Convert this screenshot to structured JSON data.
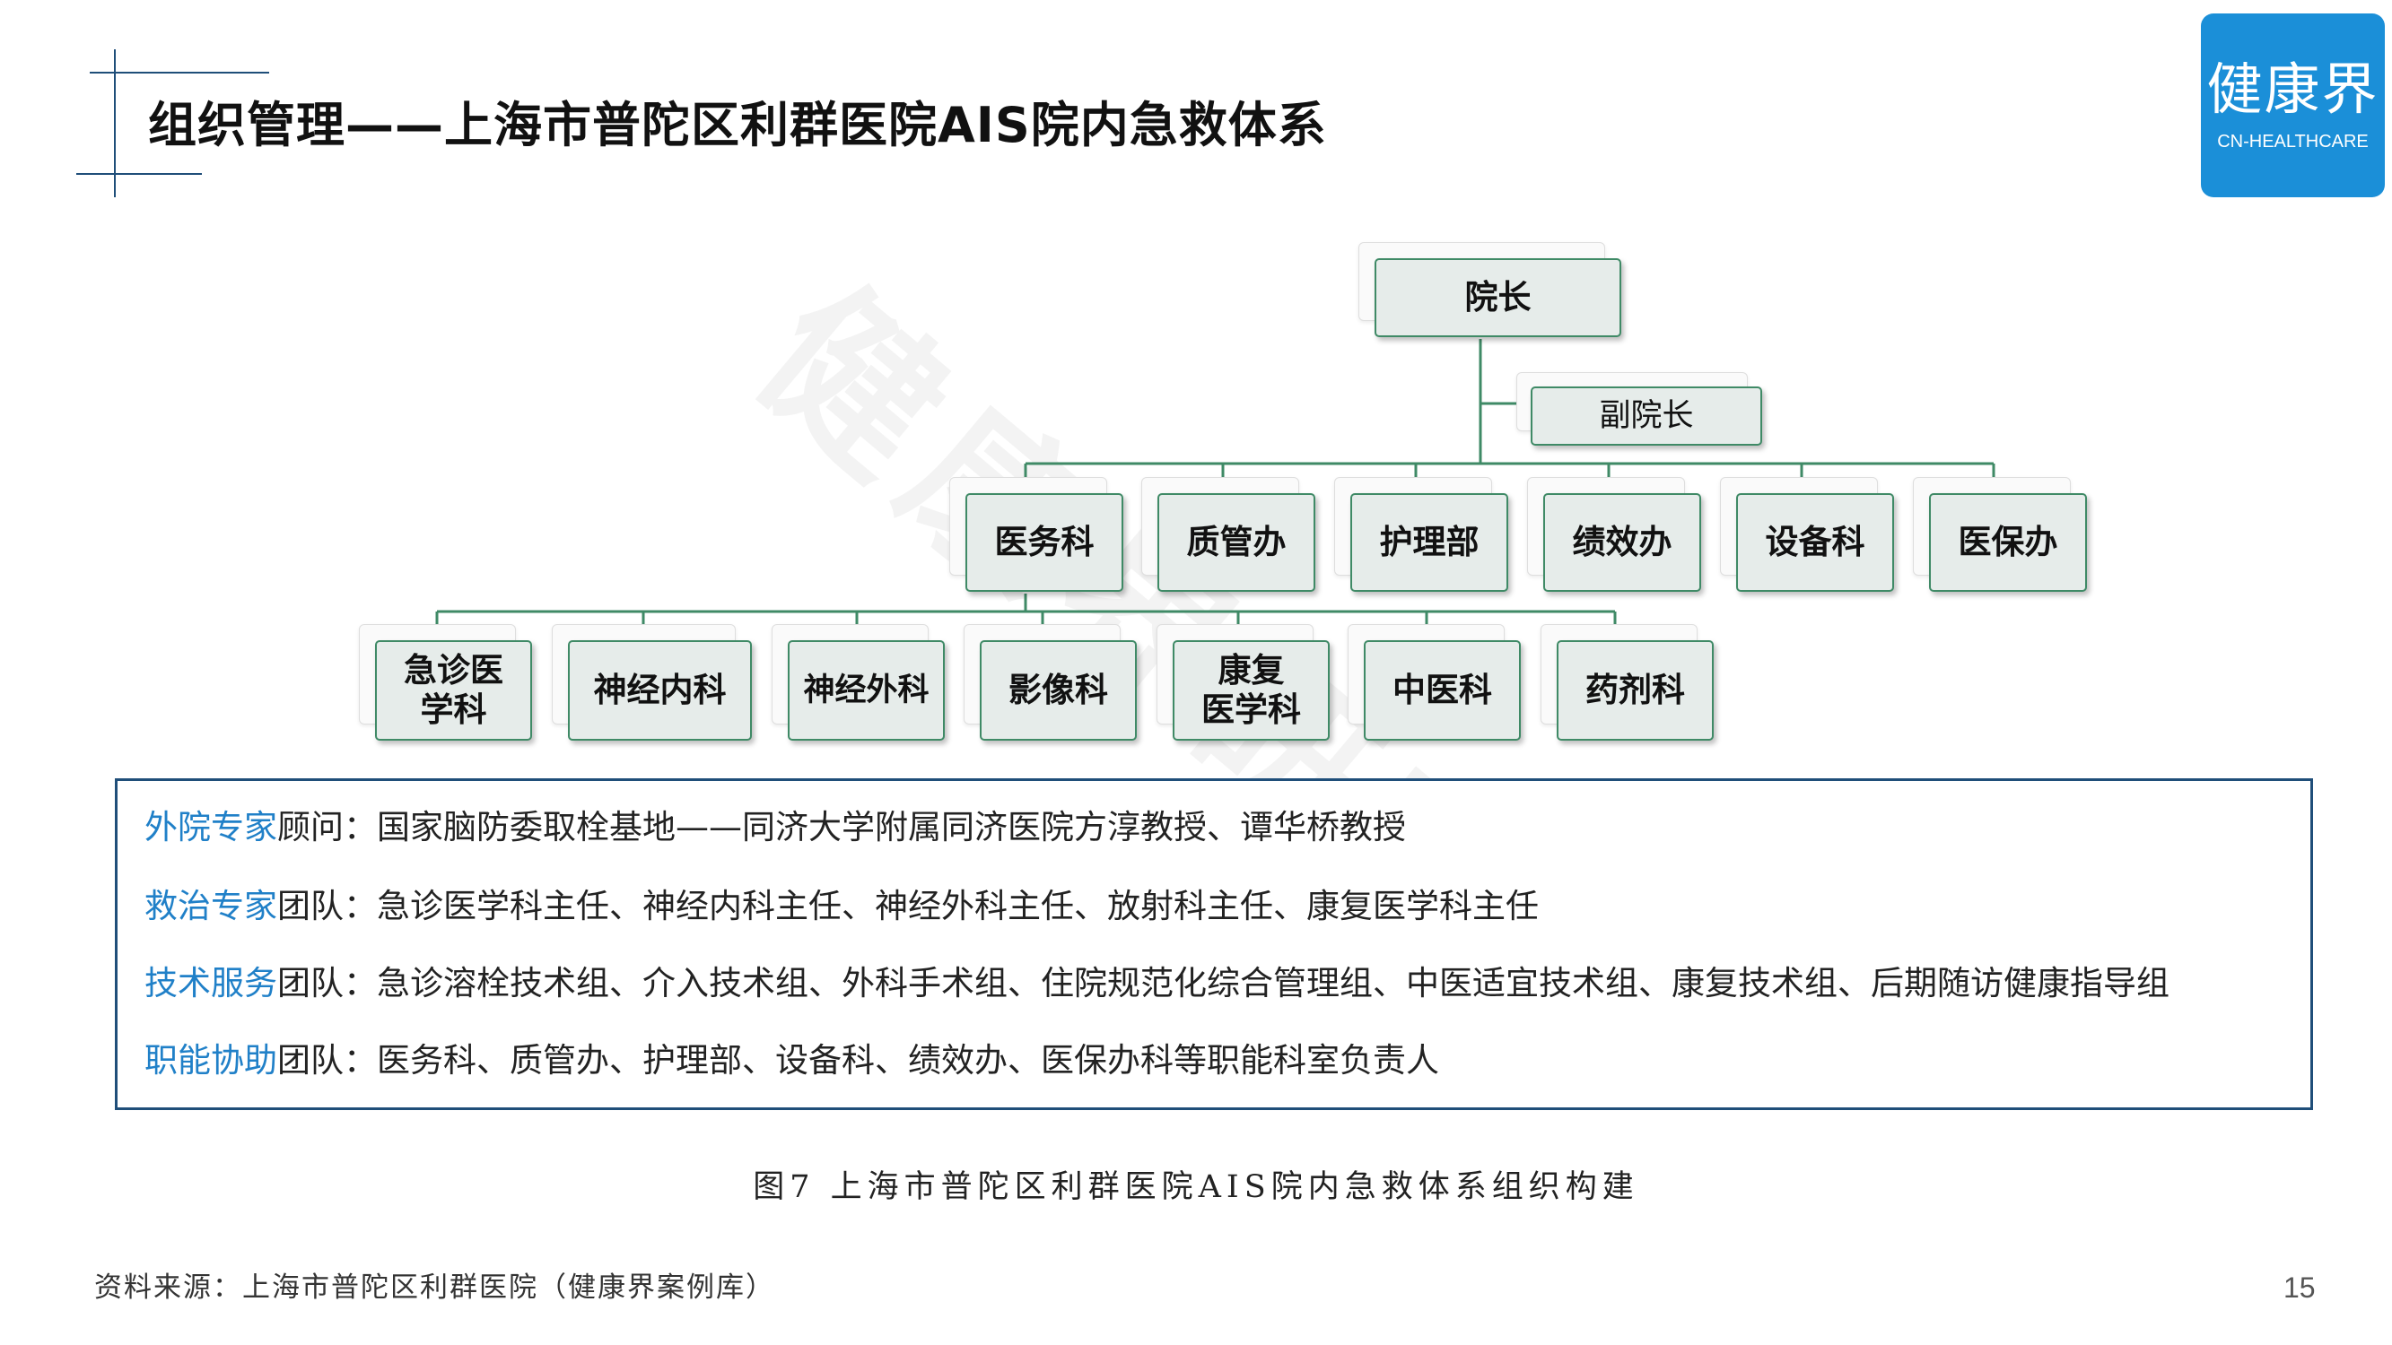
{
  "header": {
    "title": "组织管理——上海市普陀区利群医院AIS院内急救体系"
  },
  "logo": {
    "name_cn": "健康界",
    "name_en": "CN-HEALTHCARE",
    "color": "#1b8fd8"
  },
  "watermark": "健康界研究院",
  "org_chart": {
    "top": "院长",
    "deputy": "副院长",
    "departments": [
      "医务科",
      "质管办",
      "护理部",
      "绩效办",
      "设备科",
      "医保办"
    ],
    "clinical_units": [
      "急诊医\n学科",
      "神经内科",
      "神经外科",
      "影像科",
      "康复\n医学科",
      "中医科",
      "药剂科"
    ]
  },
  "info": {
    "rows": [
      {
        "highlight": "外院专家",
        "label": "顾问：",
        "text": "国家脑防委取栓基地——同济大学附属同济医院方淳教授、谭华桥教授"
      },
      {
        "highlight": "救治专家",
        "label": "团队：",
        "text": "急诊医学科主任、神经内科主任、神经外科主任、放射科主任、康复医学科主任"
      },
      {
        "highlight": "技术服务",
        "label": "团队：",
        "text": "急诊溶栓技术组、介入技术组、外科手术组、住院规范化综合管理组、中医适宜技术组、康复技术组、后期随访健康指导组"
      },
      {
        "highlight": "职能协助",
        "label": "团队：",
        "text": "医务科、质管办、护理部、设备科、绩效办、医保办科等职能科室负责人"
      }
    ]
  },
  "caption": "图7 上海市普陀区利群医院AIS院内急救体系组织构建",
  "source": "资料来源：上海市普陀区利群医院（健康界案例库）",
  "page_number": "15",
  "colors": {
    "accent_blue": "#2080c8",
    "border_dark_blue": "#1f4e79",
    "node_border_green": "#3f8a66",
    "node_fill": "#e6ecea"
  }
}
